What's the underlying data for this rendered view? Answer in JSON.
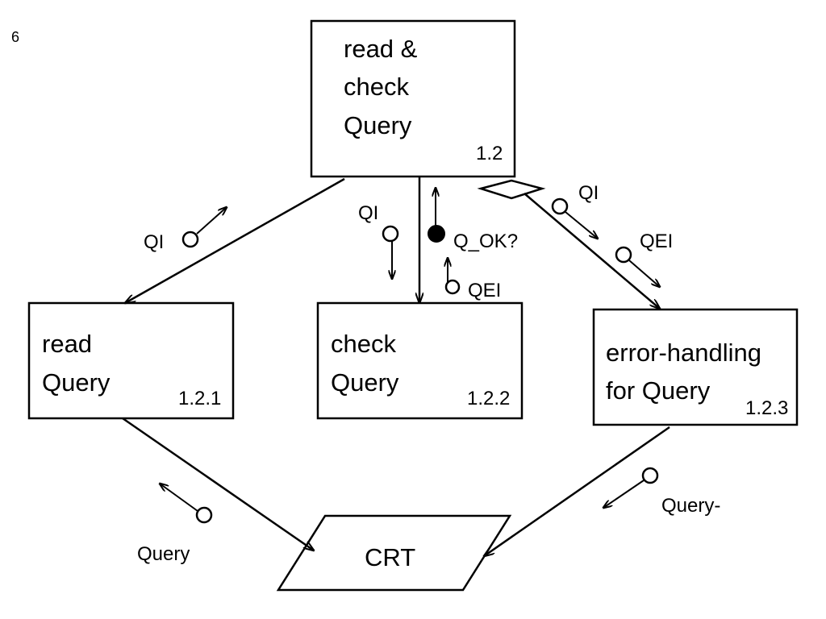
{
  "page_number": "6",
  "modules": {
    "top": {
      "line1": "read &",
      "line2": "check",
      "line3": "Query",
      "number": "1.2"
    },
    "left": {
      "line1": "read",
      "line2": "Query",
      "number": "1.2.1"
    },
    "center": {
      "line1": "check",
      "line2": "Query",
      "number": "1.2.2"
    },
    "right": {
      "line1": "error-handling",
      "line2": "for Query",
      "number": "1.2.3"
    }
  },
  "device": {
    "label": "CRT"
  },
  "couples": {
    "qi_left": "QI",
    "qi_center": "QI",
    "q_ok": "Q_OK?",
    "qei_center": "QEI",
    "qi_right": "QI",
    "qei_right": "QEI",
    "query_bottom_left": "Query",
    "query_bottom_right": "Query-"
  }
}
